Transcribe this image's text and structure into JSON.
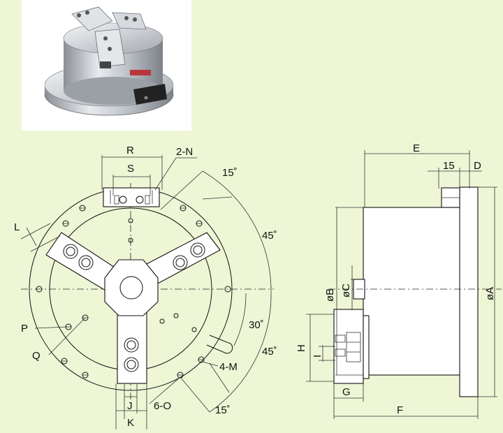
{
  "labels": {
    "R": "R",
    "S": "S",
    "twoN": "2-N",
    "deg15_top": "15˚",
    "deg45_top": "45˚",
    "L": "L",
    "P": "P",
    "Q": "Q",
    "deg30": "30˚",
    "deg45_bottom": "45˚",
    "fourM": "4-M",
    "deg15_bottom": "15˚",
    "J": "J",
    "sixO": "6-O",
    "K": "K",
    "E": "E",
    "fifteen": "15",
    "D": "D",
    "phiB": "øB",
    "phiC": "øC",
    "phiA": "øA",
    "H": "H",
    "I": "I",
    "G": "G",
    "F": "F"
  },
  "colors": {
    "background": "#eef6d6",
    "photo_background": "#ffffff",
    "line": "#111111"
  }
}
